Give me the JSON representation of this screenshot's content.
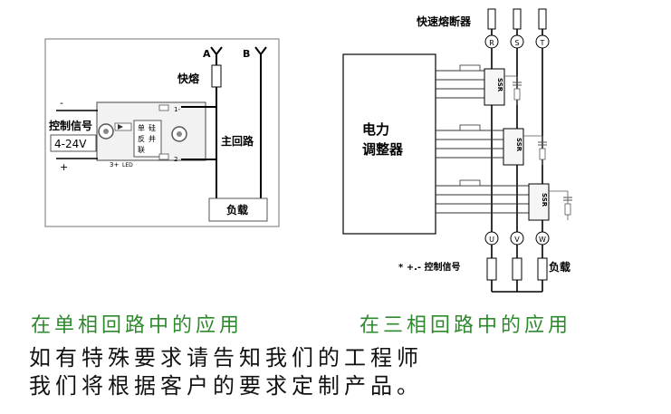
{
  "single_phase": {
    "label_A": "A",
    "label_B": "B",
    "fuse": "快熔",
    "control_signal": "控制信号",
    "voltage": "4-24V",
    "minus": "-",
    "plus": "+",
    "ssr_left_terminal": "3+",
    "ssr_led": "LED",
    "ssr_term1": "1-",
    "ssr_term2": "2",
    "ssr_text": [
      "单",
      "硅",
      "反",
      "并",
      "联"
    ],
    "main_loop": "主回路",
    "load": "负载"
  },
  "three_phase": {
    "fast_fuse": "快速熔断器",
    "phases_top": [
      "R",
      "S",
      "T"
    ],
    "phases_bottom": [
      "U",
      "V",
      "W"
    ],
    "regulator": [
      "电力",
      "调整器"
    ],
    "ssr_label": "SSR",
    "signal_label": "* +.- 控制信号",
    "load": "负载"
  },
  "captions": {
    "single_phase": "在单相回路中的应用",
    "three_phase": "在三相回路中的应用",
    "line1": "如有特殊要求请告知我们的工程师",
    "line2": "我们将根据客户的要求定制产品。"
  },
  "colors": {
    "caption_green": "#2f8a2f",
    "line": "#000000"
  }
}
